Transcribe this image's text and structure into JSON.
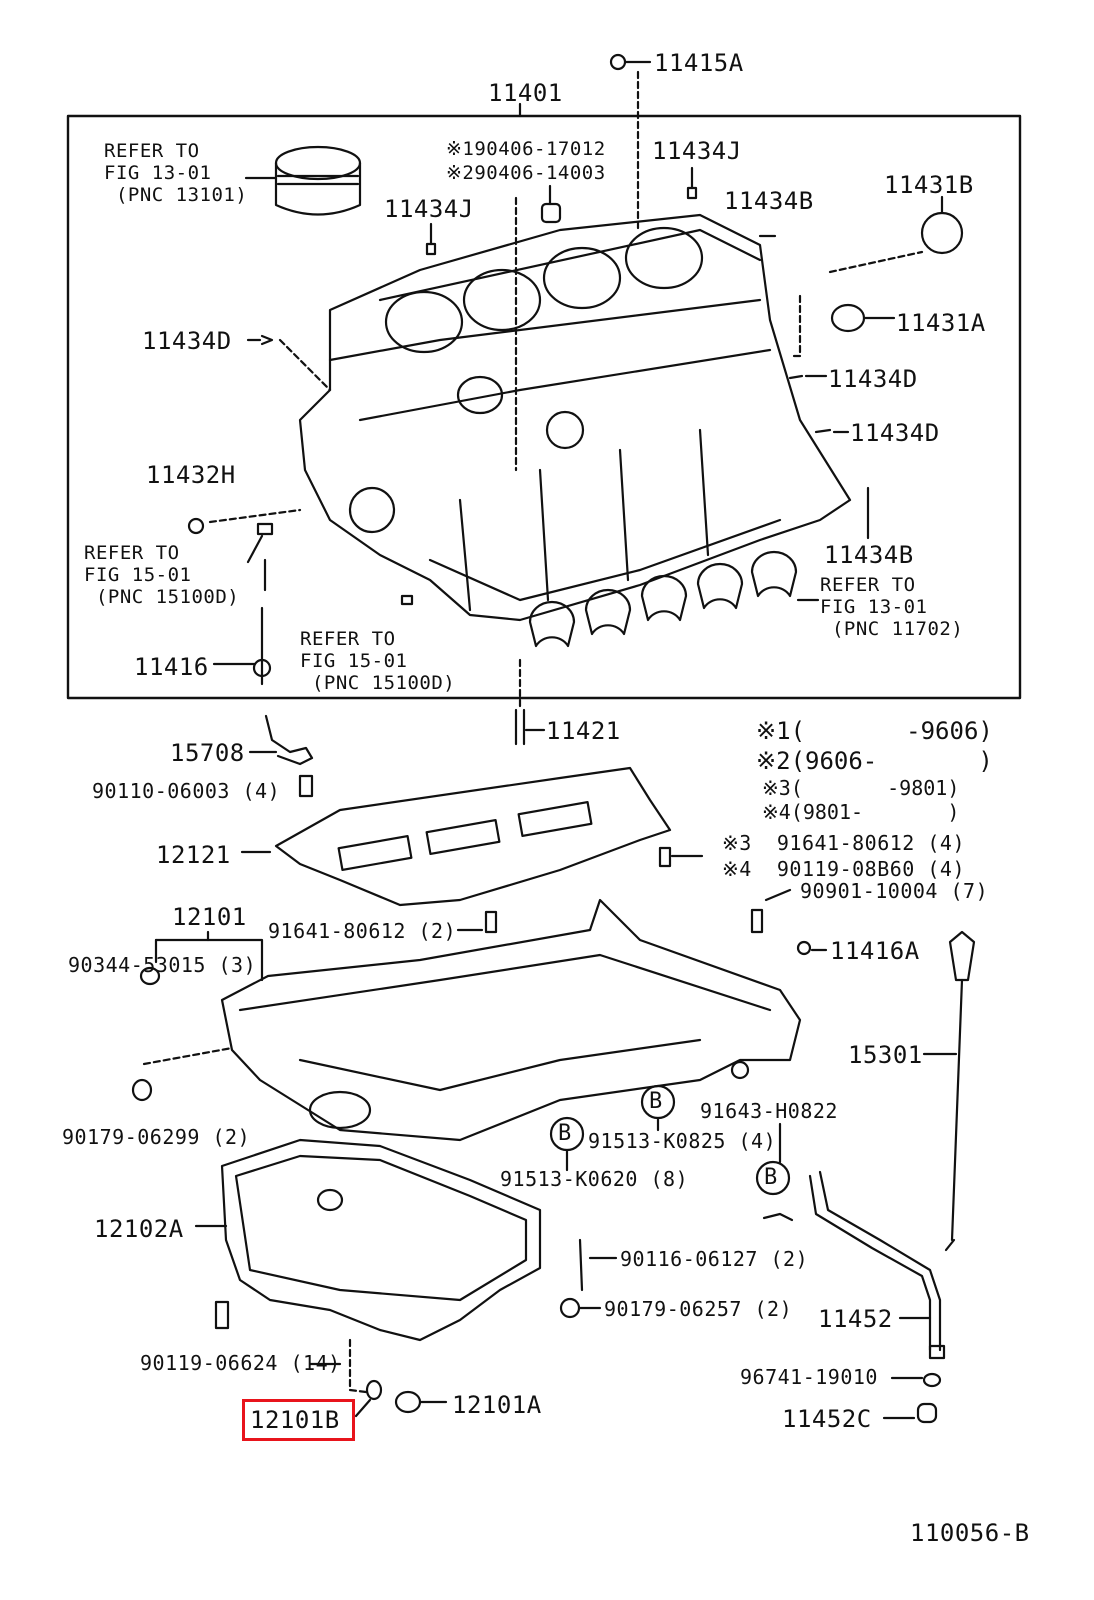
{
  "diagram": {
    "figure_id": "110056-B",
    "highlighted_part": "12101B",
    "highlight_color": "#e8141c",
    "legend": [
      {
        "mark": "※1",
        "range": "(       -9606)"
      },
      {
        "mark": "※2",
        "range": "(9606-       )"
      },
      {
        "mark": "※3",
        "range": "(       -9801)"
      },
      {
        "mark": "※4",
        "range": "(9801-       )"
      }
    ],
    "labels": {
      "p11415A": "11415A",
      "p11401": "11401",
      "refer1": "REFER TO\nFIG 13-01\n (PNC 13101)",
      "alt1": "※190406-17012",
      "alt2": "※290406-14003",
      "p11434J_a": "11434J",
      "p11434J_b": "11434J",
      "p11434B_a": "11434B",
      "p11431B": "11431B",
      "p11431A": "11431A",
      "p11434D_a": "11434D",
      "p11434D_b": "11434D",
      "p11434D_c": "11434D",
      "p11432H": "11432H",
      "refer2": "REFER TO\nFIG 15-01\n (PNC 15100D)",
      "p11434B_b": "11434B",
      "refer3": "REFER TO\nFIG 13-01\n (PNC 11702)",
      "p11416": "11416",
      "refer4": "REFER TO\nFIG 15-01\n (PNC 15100D)",
      "p11421": "11421",
      "p15708": "15708",
      "p90110": "90110-06003 (4)",
      "p12121": "12121",
      "p91641_a": "※3  91641-80612 (4)",
      "p90119_08B60": "※4  90119-08B60 (4)",
      "p90901": "90901-10004 (7)",
      "p12101": "12101",
      "p91641_b": "91641-80612 (2)",
      "p90344": "90344-53015 (3)",
      "p11416A": "11416A",
      "p15301": "15301",
      "p90179_06299": "90179-06299 (2)",
      "p91643": "91643-H0822",
      "p91513_K0825": "91513-K0825 (4)",
      "p91513_K0620": "91513-K0620 (8)",
      "p12102A": "12102A",
      "p90116": "90116-06127 (2)",
      "p90179_06257": "90179-06257 (2)",
      "p11452": "11452",
      "p90119_06624": "90119-06624 (14)",
      "p96741": "96741-19010",
      "p12101B": "12101B",
      "p12101A": "12101A",
      "p11452C": "11452C",
      "ref_b": "B"
    }
  }
}
